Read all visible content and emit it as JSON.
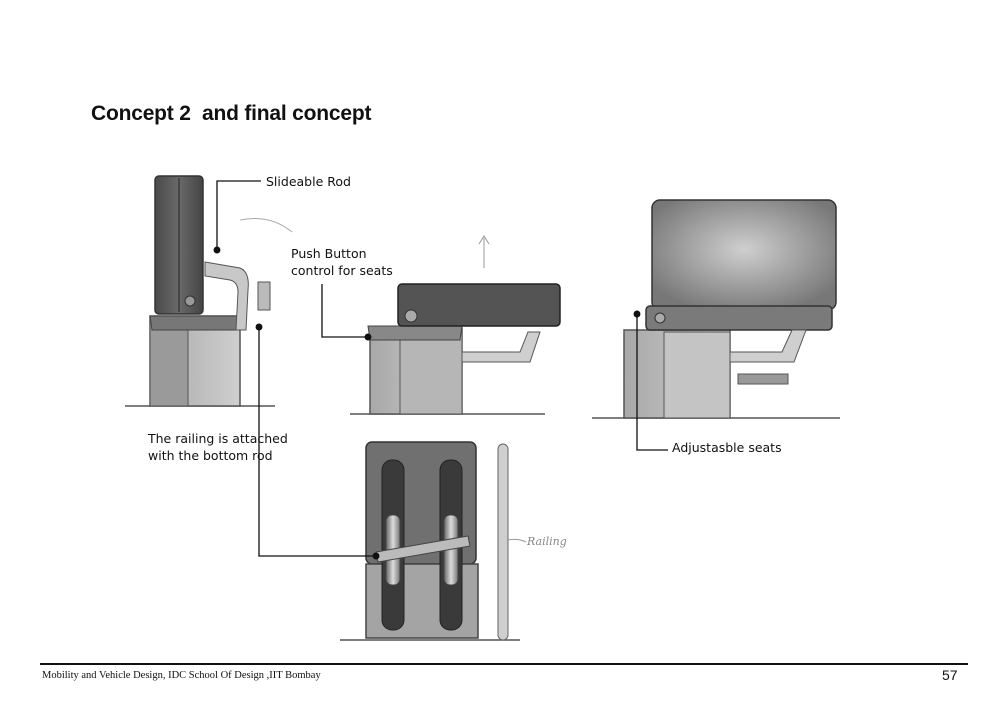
{
  "page": {
    "title": "Concept 2  and final concept",
    "footer_text": "Mobility and Vehicle Design, IDC School Of Design ,IIT Bombay",
    "page_number": "57"
  },
  "annotations": {
    "slideable_rod": "Slideable Rod",
    "push_button_line1": "Push Button",
    "push_button_line2": "control for seats",
    "railing_line1": "The railing is attached",
    "railing_line2": "with the bottom rod",
    "adjustable_seats": "Adjustasble seats",
    "handwritten_railing": "Railing"
  }
}
